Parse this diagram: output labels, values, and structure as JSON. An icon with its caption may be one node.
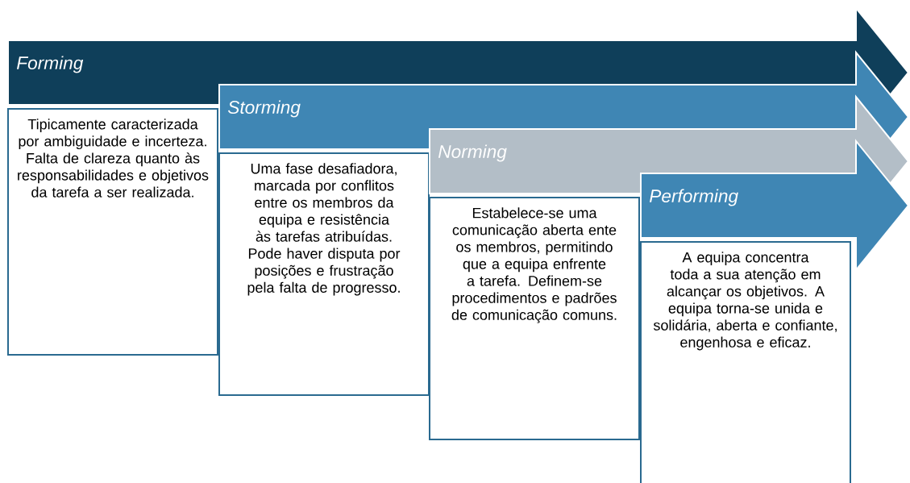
{
  "diagram": {
    "nodes": [
      {
        "text": [
          "Forming"
        ]
      },
      {
        "text": [
          "Tipicamente caracterizada por ambiguidade e incerteza. Falta de clareza quanto às responsabilidades e objetivos da tarefa a ser realizada."
        ]
      },
      {
        "text": [
          "Storming"
        ]
      },
      {
        "text": [
          "Uma fase desafiadora, marcada por conflitos entre os membros da equipa e resistência às tarefas atribuídas. Pode haver disputa por posições e frustração pela falta de progresso."
        ]
      },
      {
        "text": [
          "Norming"
        ]
      },
      {
        "text": [
          "Estabelece-se uma comunicação aberta ente os membros, permitindo que a equipa enfrente a tarefa. Definem-se procedimentos e padrões de comunicação comuns."
        ]
      },
      {
        "text": [
          "Performing"
        ]
      },
      {
        "text": [
          "A equipa concentra toda a sua atenção em alcançar os objetivos. A equipa torna-se unida e solidária, aberta e confiante, engenhosa e eficaz."
        ]
      }
    ]
  }
}
